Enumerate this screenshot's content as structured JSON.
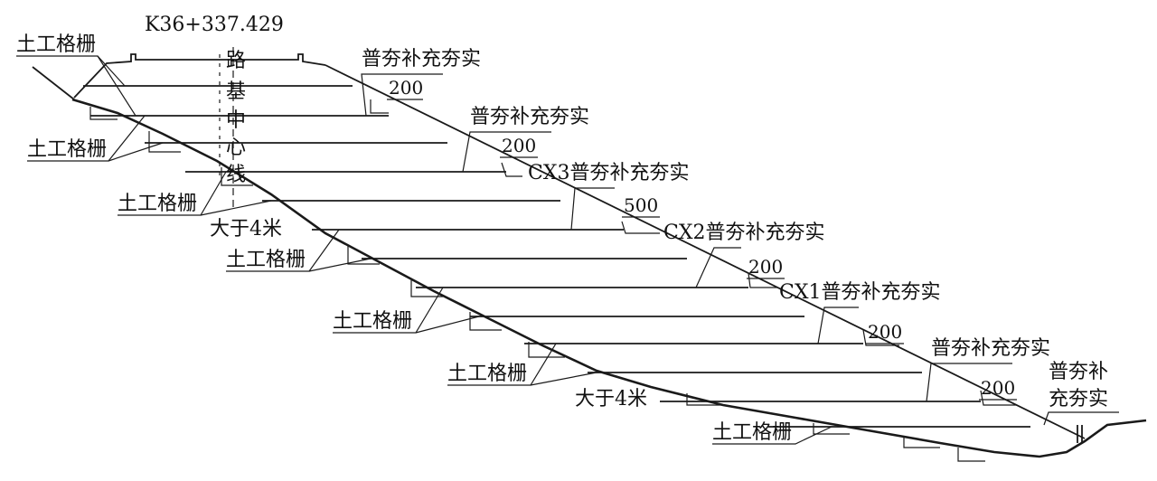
{
  "station": "K36+337.429",
  "centerline_label": [
    "路",
    "基",
    "中",
    "心",
    "线"
  ],
  "geogrid_labels": [
    "土工格栅",
    "土工格栅",
    "土工格栅",
    "土工格栅",
    "土工格栅",
    "土工格栅",
    "土工格栅"
  ],
  "tamping_labels": [
    "普夯补充夯实",
    "普夯补充夯实",
    "CX3普夯补充夯实",
    "CX2普夯补充夯实",
    "CX1普夯补充夯实",
    "普夯补充夯实"
  ],
  "tamping_last_lines": [
    "普夯补",
    "充夯实"
  ],
  "step_dims": [
    "200",
    "200",
    "500",
    "200",
    "200",
    "200"
  ],
  "greater_than_4m": [
    "大于4米",
    "大于4米"
  ]
}
